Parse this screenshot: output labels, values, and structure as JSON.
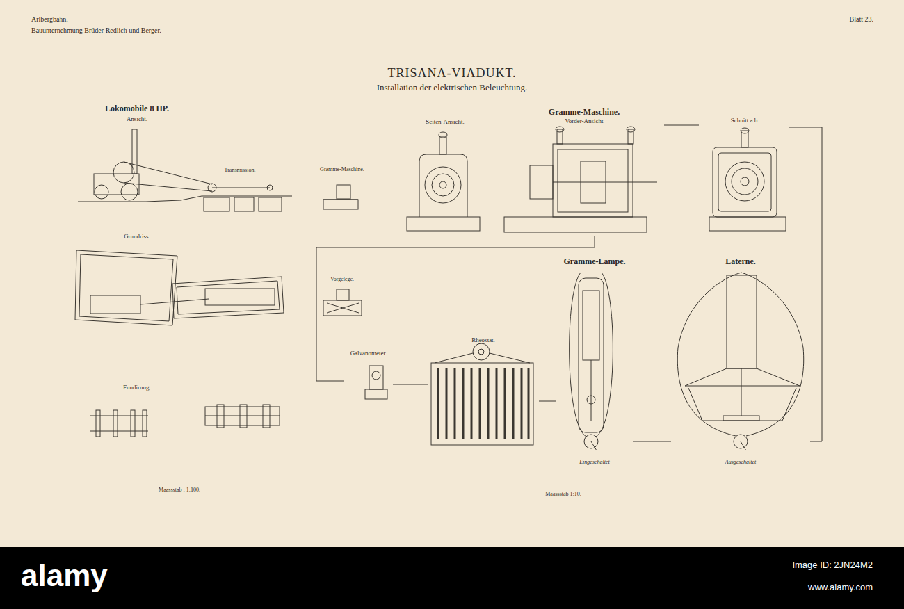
{
  "diagram": {
    "title": "TRISANA-VIADUKT.",
    "nodes": [
      {
        "text": [
          "Gramme-Maschine.",
          "Vorder-Ansicht"
        ]
      },
      {
        "text": [
          "Schnitt a b"
        ]
      },
      {
        "text": [
          "Gramme-Lampe.",
          "Eingeschaltet"
        ]
      },
      {
        "text": [
          "Laterne.",
          "Ausgeschaltet"
        ]
      },
      {
        "text": [
          "Galvanometer."
        ]
      },
      {
        "text": [
          "Rheostat."
        ]
      }
    ],
    "edges": [
      {
        "from": 0,
        "to": 1,
        "arrow": "none"
      },
      {
        "from": 1,
        "to": 3,
        "arrow": "none"
      },
      {
        "from": 0,
        "to": 4,
        "arrow": "none"
      },
      {
        "from": 4,
        "to": 5,
        "arrow": "none"
      },
      {
        "from": 5,
        "to": 2,
        "arrow": "none"
      },
      {
        "from": 2,
        "to": 3,
        "arrow": "none"
      }
    ],
    "labels": [
      "Arlbergbahn.",
      "Bauunternehmung Brüder Redlich und Berger.",
      "Blatt 23.",
      "Installation der elektrischen Beleuchtung.",
      "Lokomobile 8 HP.",
      "Ansicht.",
      "Transmission.",
      "Gramme-Maschine.",
      "Seiten-Ansicht.",
      "Grundriss.",
      "Vorgelege.",
      "Fundirung.",
      "Maassstab : 1:100.",
      "Maassstab 1:10.",
      "alamy",
      "Image ID: 2JN24M2",
      "www.alamy.com"
    ]
  }
}
